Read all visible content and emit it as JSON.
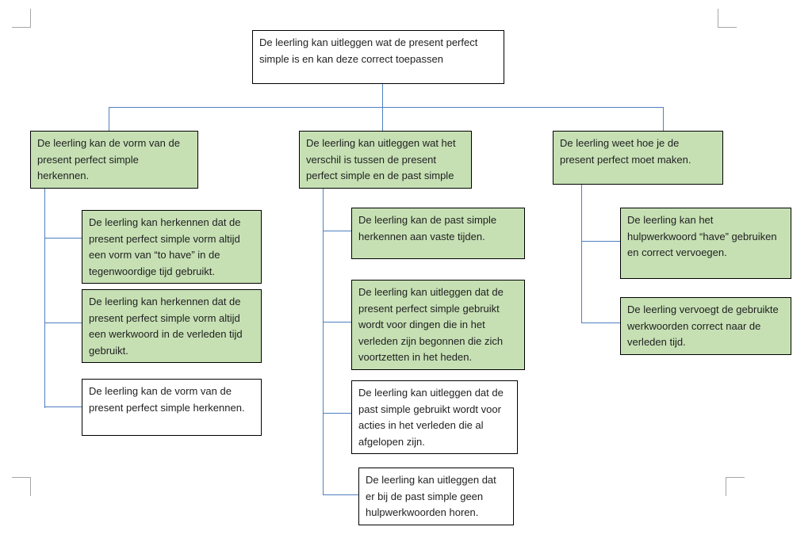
{
  "colors": {
    "node_fill_highlight": "#c6e0b4",
    "node_fill_plain": "#ffffff",
    "node_border": "#000000",
    "connector": "#4f7fc1",
    "crop_mark": "#a6a6a6",
    "text": "#1f1f1f",
    "background": "#ffffff"
  },
  "diagram": {
    "type": "hierarchy-tree",
    "root": {
      "text": "De leerling kan uitleggen wat de present perfect simple is en kan deze correct toepassen",
      "style": "plain"
    },
    "branches": [
      {
        "header": {
          "text": "De leerling kan de vorm van de present perfect simple herkennen.",
          "style": "highlight"
        },
        "children": [
          {
            "text": "De leerling kan herkennen dat de present perfect simple vorm altijd een vorm van “to have” in de tegenwoordige tijd gebruikt.",
            "style": "highlight"
          },
          {
            "text": "De leerling kan herkennen dat de present perfect simple vorm altijd een werkwoord in de verleden tijd gebruikt.",
            "style": "highlight"
          },
          {
            "text": "De leerling kan de vorm van de present perfect simple herkennen.",
            "style": "plain"
          }
        ]
      },
      {
        "header": {
          "text": "De leerling kan uitleggen wat het verschil is tussen de present perfect simple en de past simple",
          "style": "highlight"
        },
        "children": [
          {
            "text": "De leerling kan de past simple herkennen aan vaste tijden.",
            "style": "highlight"
          },
          {
            "text": "De leerling kan uitleggen dat de present perfect simple gebruikt wordt voor dingen die in het verleden zijn begonnen die zich voortzetten in het heden.",
            "style": "highlight"
          },
          {
            "text": "De leerling kan uitleggen dat de past simple gebruikt wordt voor acties in het verleden die al afgelopen zijn.",
            "style": "plain"
          },
          {
            "text": "De leerling kan uitleggen dat er bij de past simple geen hulpwerkwoorden horen.",
            "style": "plain"
          }
        ]
      },
      {
        "header": {
          "text": "De leerling weet hoe je de present perfect moet maken.",
          "style": "highlight"
        },
        "children": [
          {
            "text": "De leerling kan het hulpwerkwoord “have” gebruiken en correct vervoegen.",
            "style": "highlight"
          },
          {
            "text": "De leerling vervoegt de gebruikte werkwoorden correct naar de verleden tijd.",
            "style": "highlight"
          }
        ]
      }
    ]
  }
}
